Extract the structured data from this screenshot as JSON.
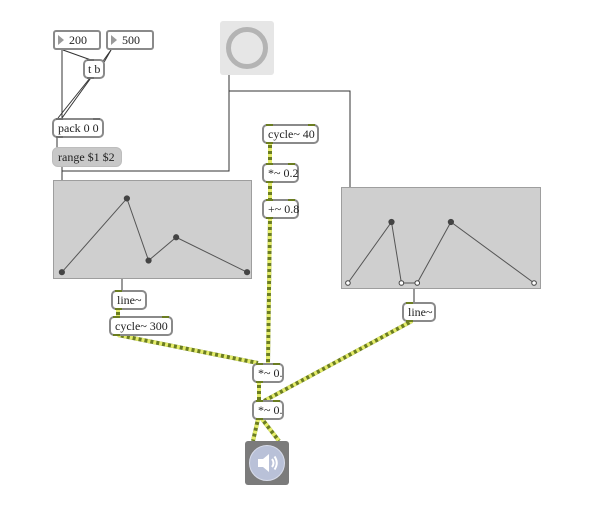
{
  "patcher": {
    "number_boxes": [
      {
        "id": "num200",
        "value": "200"
      },
      {
        "id": "num500",
        "value": "500"
      }
    ],
    "objects": {
      "tb": "t b",
      "pack": "pack 0 0",
      "line_left": "line~",
      "cycle300": "cycle~ 300",
      "cycle40": "cycle~ 40",
      "mul02": "*~ 0.2",
      "add08": "+~ 0.8",
      "line_right": "line~",
      "mul_a": "*~ 0.",
      "mul_b": "*~ 0."
    },
    "message_box": "range $1 $2",
    "icons": {
      "bang": "bang-button-icon",
      "dac": "speaker-icon"
    },
    "function_left": {
      "name": "function-editor-left",
      "points": [
        [
          0.04,
          0.94
        ],
        [
          0.37,
          0.18
        ],
        [
          0.48,
          0.82
        ],
        [
          0.62,
          0.58
        ],
        [
          0.98,
          0.94
        ]
      ]
    },
    "function_right": {
      "name": "function-editor-right",
      "points": [
        [
          0.03,
          0.95
        ],
        [
          0.25,
          0.34
        ],
        [
          0.3,
          0.95
        ],
        [
          0.38,
          0.95
        ],
        [
          0.55,
          0.34
        ],
        [
          0.97,
          0.95
        ]
      ]
    },
    "colors": {
      "signal_cord_a": "#6b7d21",
      "signal_cord_b": "#e4ec6a",
      "control_cord": "#333333",
      "object_border": "#8a8a8a",
      "function_bg": "#cfcfcf"
    }
  }
}
